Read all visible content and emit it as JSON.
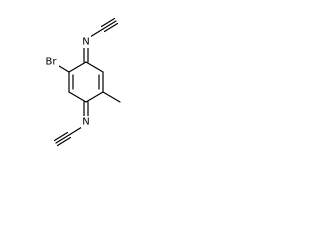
{
  "structure": {
    "atoms": {
      "bromine": "Br",
      "nitrogen_top": "N",
      "nitrogen_bottom": "N"
    },
    "colors": {
      "bond": "#000000",
      "label": "#000000",
      "background": "#ffffff"
    }
  }
}
